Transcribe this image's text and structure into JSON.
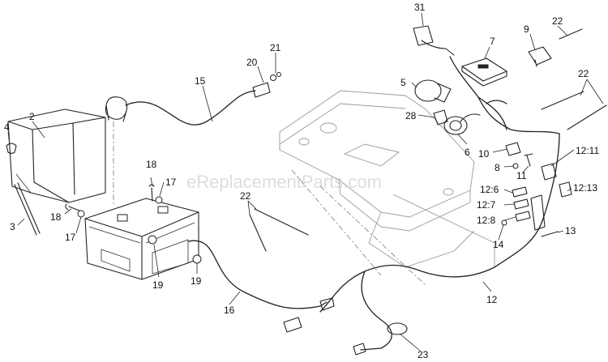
{
  "watermark": "eReplacementParts.com",
  "callouts": [
    "31",
    "7",
    "9",
    "22",
    "22",
    "21",
    "20",
    "15",
    "5",
    "28",
    "6",
    "10",
    "12:11",
    "8",
    "11",
    "12:6",
    "12:13",
    "12:7",
    "12:8",
    "2",
    "4",
    "18",
    "17",
    "22",
    "3",
    "18",
    "17",
    "14",
    "13",
    "19",
    "19",
    "16",
    "12",
    "23"
  ]
}
